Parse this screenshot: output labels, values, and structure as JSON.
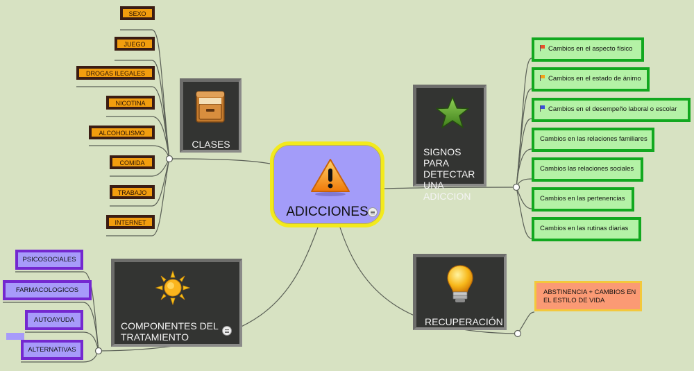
{
  "central": {
    "title": "ADICCIONES",
    "icon": "warning-icon",
    "color": "#a39cf9",
    "border": "#f3ea1c"
  },
  "topics": {
    "clases": {
      "label": "CLASES",
      "icon": "file-cabinet-icon"
    },
    "signos": {
      "label_lines": [
        "SIGNOS PARA",
        "DETECTAR UNA",
        "ADICCION"
      ],
      "icon": "star-icon"
    },
    "componentes": {
      "label_lines": [
        "COMPONENTES DEL",
        "TRATAMIENTO"
      ],
      "icon": "sun-icon"
    },
    "recuperacion": {
      "label": "RECUPERACIÓN",
      "icon": "light-bulb-icon"
    }
  },
  "clases_items": [
    "SEXO",
    "JUEGO",
    "DROGAS ILEGALES",
    "NICOTINA",
    "ALCOHOLISMO",
    "COMIDA",
    "TRABAJO",
    "INTERNET"
  ],
  "signos_items": [
    {
      "text": "Cambios en el aspecto físico",
      "flag": "#e8512a"
    },
    {
      "text": "Cambios en el estado de ánimo",
      "flag": "#f2a11a"
    },
    {
      "text": "Cambios en el desempeño laboral o escolar",
      "flag": "#3b4fd8"
    },
    {
      "text": "Cambios en las relaciones familiares"
    },
    {
      "text": "Cambios las relaciones sociales"
    },
    {
      "text": "Cambios en las pertenencias"
    },
    {
      "text": "Cambios en las rutinas diarias"
    }
  ],
  "componentes_items": [
    "PSICOSOCIALES",
    "FARMACOLOGICOS",
    "AUTOAYUDA",
    "ALTERNATIVAS"
  ],
  "recuperacion_note": {
    "lines": [
      "ABSTINENCIA + CAMBIOS EN",
      "EL ESTILO DE VIDA"
    ]
  },
  "colors": {
    "background": "#d7e2c2",
    "connector": "#5a5f56",
    "orange": "#f29d0e",
    "green": "#b4f2a6",
    "purple": "#a79bfa"
  }
}
